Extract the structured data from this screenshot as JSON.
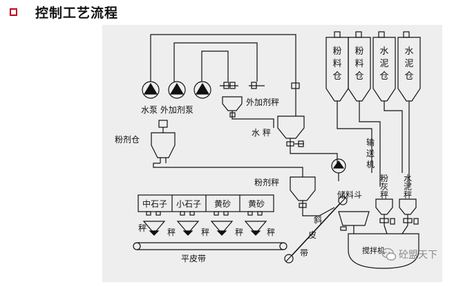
{
  "slide": {
    "title": "控制工艺流程"
  },
  "diagram": {
    "silos_right": [
      {
        "chars": [
          "粉",
          "料",
          "仓"
        ]
      },
      {
        "chars": [
          "粉",
          "料",
          "仓"
        ]
      },
      {
        "chars": [
          "水",
          "泥",
          "仓"
        ]
      },
      {
        "chars": [
          "水",
          "泥",
          "仓"
        ]
      }
    ],
    "pump_label": "水泵 外加剂泵",
    "additive_scale_label": "外加剂秤",
    "water_scale_label": "水 秤",
    "powder_agent_bin_label": "粉剂仓",
    "powder_agent_scale_label": "粉剂秤",
    "conveyor_label": [
      "输",
      "送",
      "机"
    ],
    "storage_hopper_label": "储料斗",
    "powder_scale_label": [
      "粉",
      "灰",
      "秤"
    ],
    "cement_scale_label": [
      "水",
      "泥",
      "秤"
    ],
    "aggregate_bins": [
      "中石子",
      "小石子",
      "黄砂",
      "黄砂"
    ],
    "weigher_label": "秤",
    "flat_belt_label": "平皮带",
    "incline_belt_label": [
      "斜",
      "皮",
      "带"
    ],
    "mixer_label": "搅拌机"
  },
  "watermark": {
    "text": "砼盟天下"
  }
}
